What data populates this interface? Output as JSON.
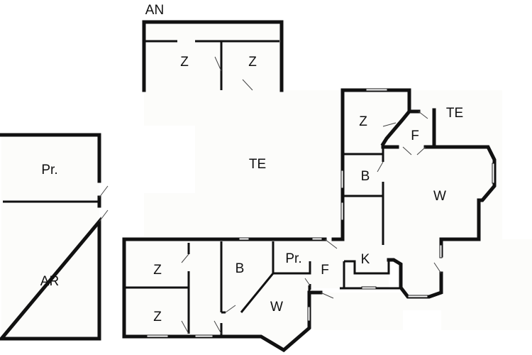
{
  "title": "Floor plan",
  "labels": {
    "annex": "AN",
    "annex_room_1": "Z",
    "annex_room_2": "Z",
    "terrace_main": "TE",
    "outbuilding_storage": "Pr.",
    "outbuilding_ar": "AR",
    "bedroom_ne": "Z",
    "hall_ne": "F",
    "terrace_ne": "TE",
    "bathroom_ne": "B",
    "living_ne": "W",
    "kitchen": "K",
    "storage_main": "Pr.",
    "hall_main": "F",
    "bathroom_sw": "B",
    "bedroom_sw_1": "Z",
    "bedroom_sw_2": "Z",
    "living_sw": "W"
  }
}
